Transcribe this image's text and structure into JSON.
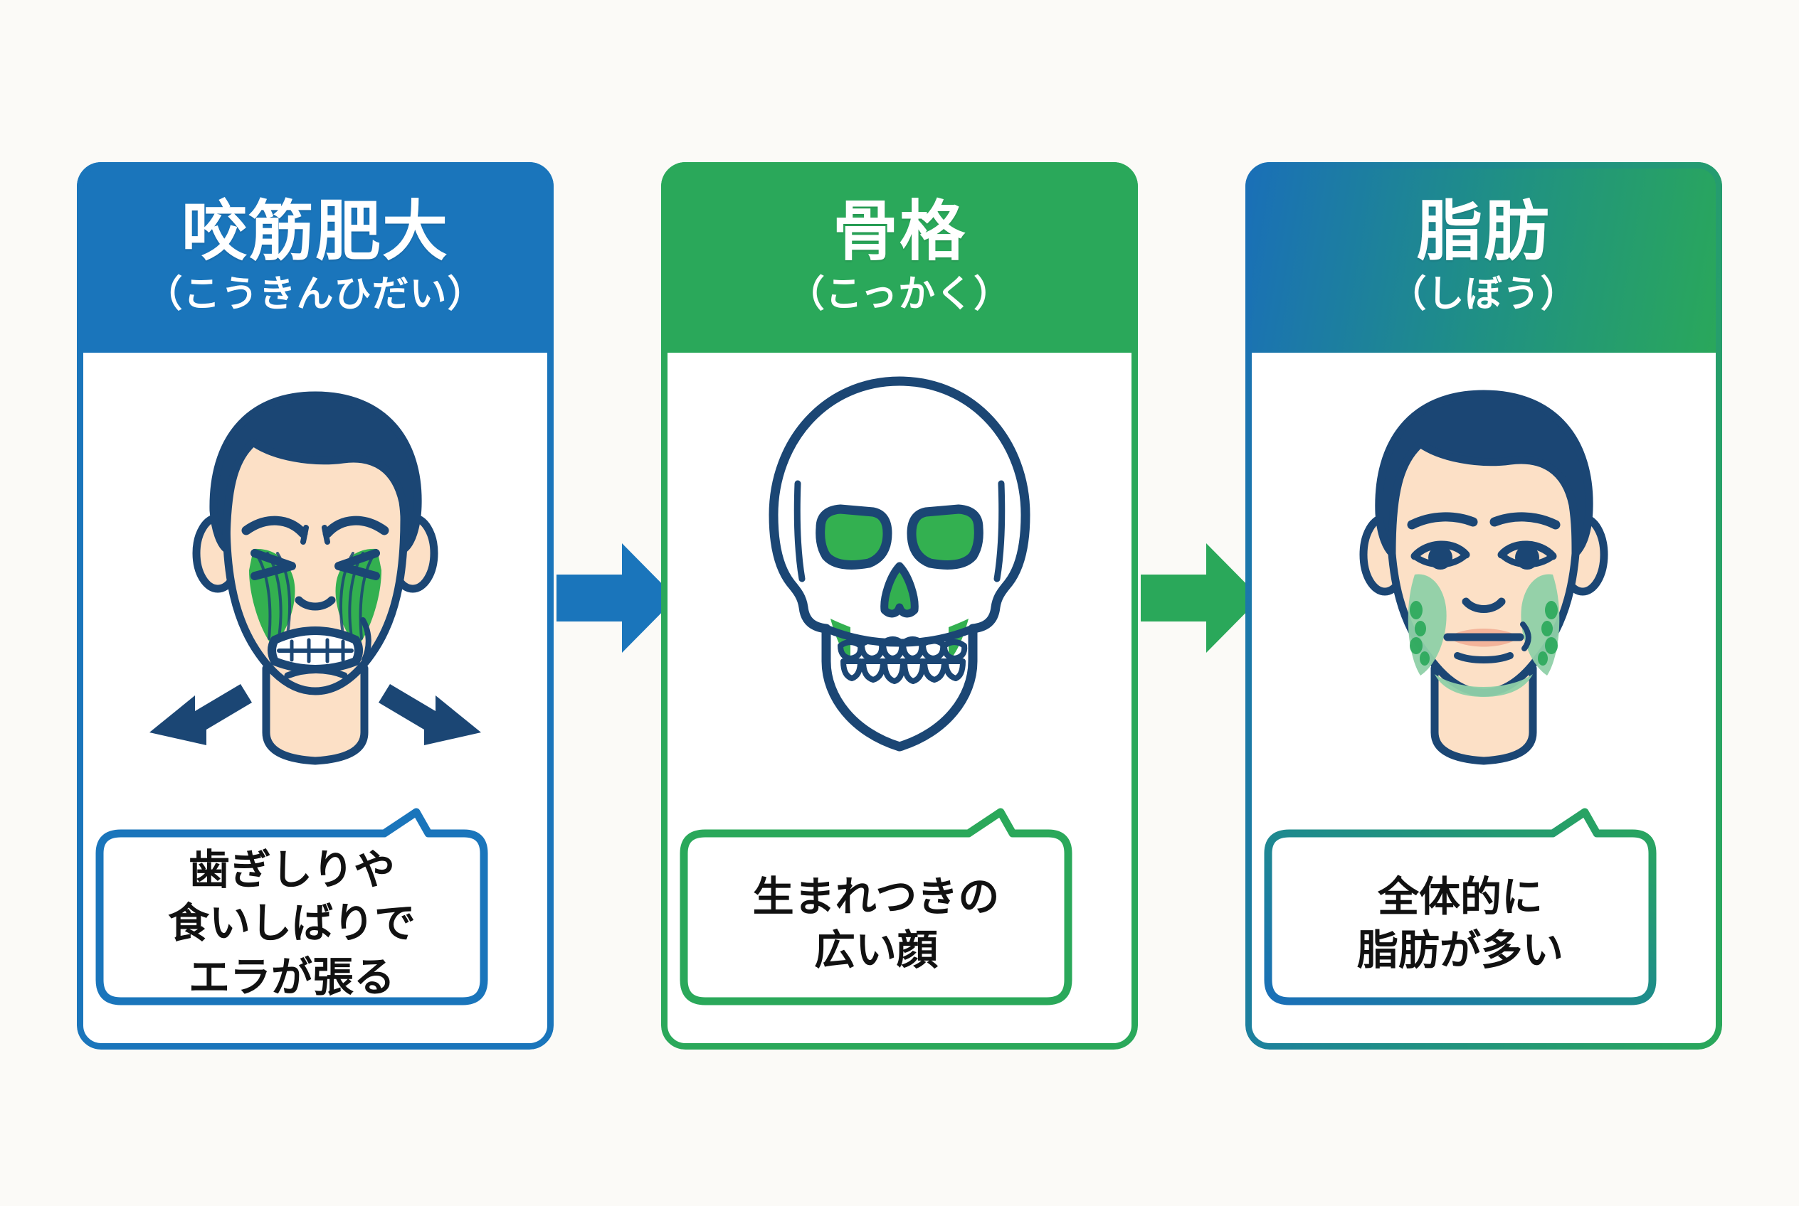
{
  "background_color": "#fbfaf7",
  "palette": {
    "blue": "#1a75bb",
    "green": "#2aa85a",
    "navy_outline": "#1b4674",
    "skin": "#fce0c6",
    "muscle_green": "#33b050",
    "fat_green": "#8fd0a8",
    "text_black": "#111111",
    "white": "#ffffff"
  },
  "cards": [
    {
      "id": "masseter-hypertrophy",
      "title": "咬筋肥大",
      "reading": "（こうきんひだい）",
      "header_color": "#1a75bb",
      "border_color": "#1a75bb",
      "illustration": "clenching-face-with-masseter-muscles",
      "bubble": {
        "border_color": "#1a75bb",
        "lines": [
          "歯ぎしりや",
          "食いしばりで",
          "エラが張る"
        ]
      }
    },
    {
      "id": "bone-structure",
      "title": "骨格",
      "reading": "（こっかく）",
      "header_color": "#2aa85a",
      "border_color": "#2aa85a",
      "illustration": "skull-front-view",
      "bubble": {
        "border_color": "#2aa85a",
        "lines": [
          "生まれつきの",
          "広い顔"
        ]
      }
    },
    {
      "id": "facial-fat",
      "title": "脂肪",
      "reading": "（しぼう）",
      "header_color": "gradient-blue-to-green",
      "border_color": "gradient-blue-to-green",
      "illustration": "calm-face-with-fat-deposits",
      "bubble": {
        "border_color": "gradient-blue-to-green",
        "lines": [
          "全体的に",
          "脂肪が多い"
        ]
      }
    }
  ],
  "arrows": [
    {
      "id": "arrow-1",
      "direction": "right",
      "color": "#1a75bb"
    },
    {
      "id": "arrow-2",
      "direction": "right",
      "color": "#2aa85a"
    }
  ],
  "face_annotations": {
    "card1_pointer_arrows": 2,
    "card1_pointer_color": "#1b4674"
  }
}
